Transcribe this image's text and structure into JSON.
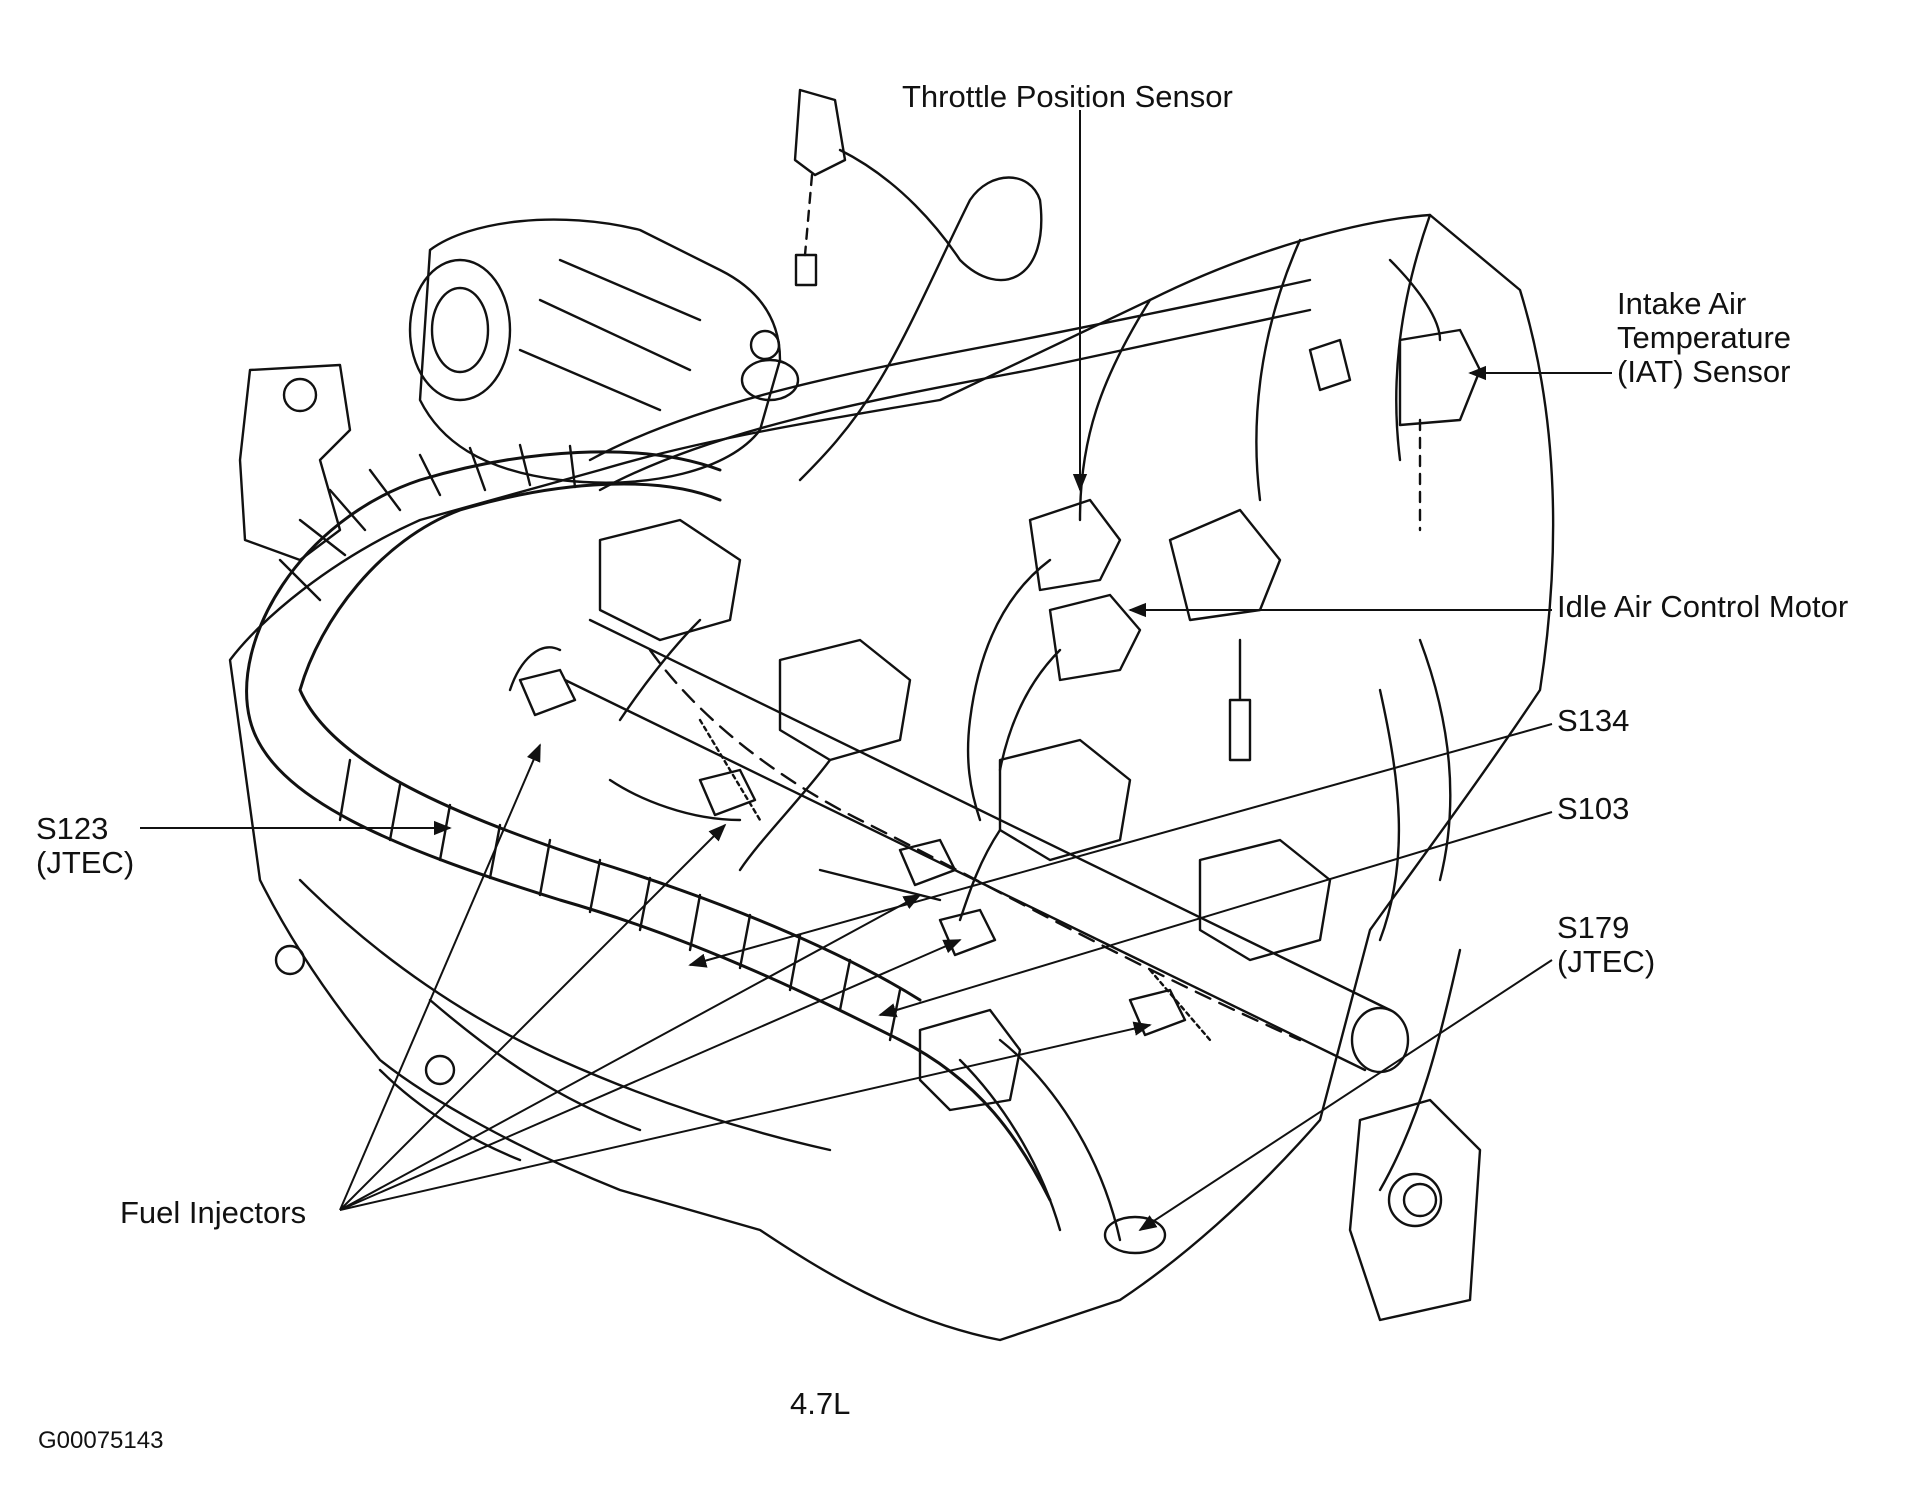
{
  "labels": {
    "throttle_position_sensor": "Throttle Position Sensor",
    "iat_line1": "Intake Air",
    "iat_line2": "Temperature",
    "iat_line3": "(IAT) Sensor",
    "idle_air_control_motor": "Idle Air Control Motor",
    "s134": "S134",
    "s103": "S103",
    "s179_line1": "S179",
    "s179_line2": "(JTEC)",
    "s123_line1": "S123",
    "s123_line2": "(JTEC)",
    "fuel_injectors": "Fuel Injectors",
    "engine": "4.7L",
    "figure_code": "G00075143"
  },
  "colors": {
    "line": "#111111",
    "background": "#ffffff"
  }
}
